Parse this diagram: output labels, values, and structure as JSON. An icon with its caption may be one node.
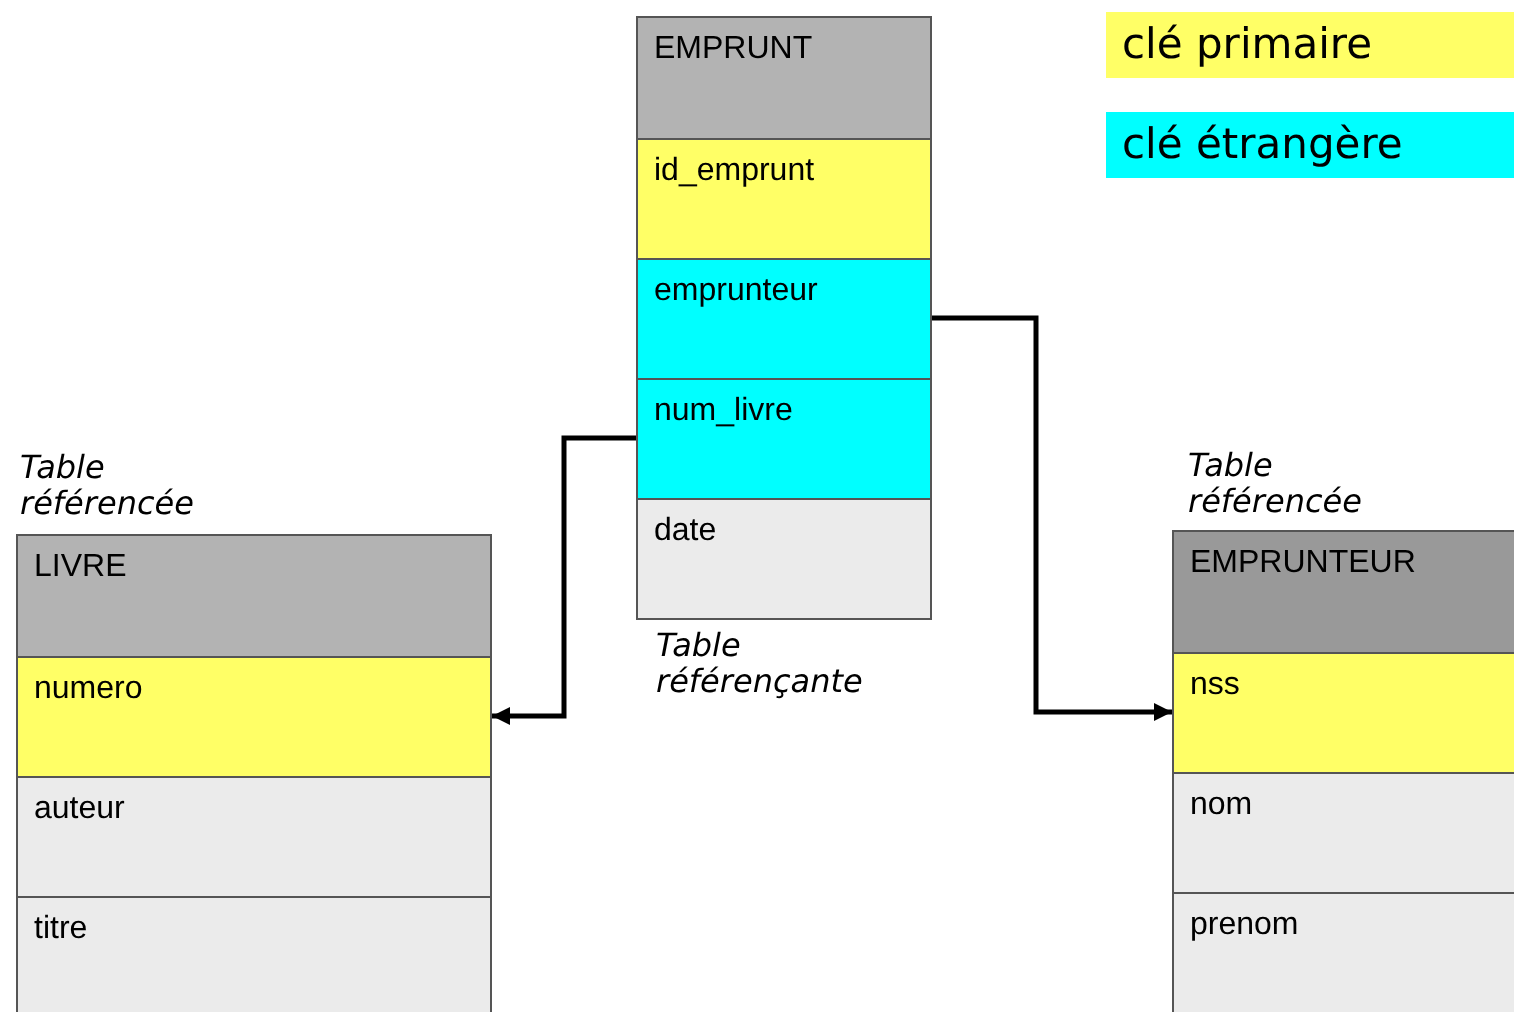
{
  "diagram": {
    "nodes": [
      {
        "text": [
          "EMPRUNT"
        ],
        "beside": [
          "Table référençante"
        ]
      },
      {
        "text": [
          "id_emprunt"
        ],
        "in": 0
      },
      {
        "text": [
          "emprunteur"
        ],
        "in": 0
      },
      {
        "text": [
          "num_livre"
        ],
        "in": 0
      },
      {
        "text": [
          "date"
        ],
        "in": 0
      },
      {
        "text": [
          "LIVRE"
        ],
        "beside": [
          "Table référencée"
        ]
      },
      {
        "text": [
          "numero"
        ],
        "in": 5
      },
      {
        "text": [
          "auteur"
        ],
        "in": 5
      },
      {
        "text": [
          "titre"
        ],
        "in": 5
      },
      {
        "text": [
          "EMPRUNTEUR"
        ],
        "beside": [
          "Table référencée"
        ]
      },
      {
        "text": [
          "nss"
        ],
        "in": 9
      },
      {
        "text": [
          "nom"
        ],
        "in": 9
      },
      {
        "text": [
          "prenom"
        ],
        "in": 9
      }
    ],
    "edges": [
      {
        "from": 2,
        "to": 10,
        "arrow": "to"
      },
      {
        "from": 3,
        "to": 6,
        "arrow": "to"
      }
    ],
    "legend": [
      {
        "text": "clé primaire",
        "color": "#ffff66"
      },
      {
        "text": "clé étrangère",
        "color": "#00ffff"
      }
    ]
  }
}
